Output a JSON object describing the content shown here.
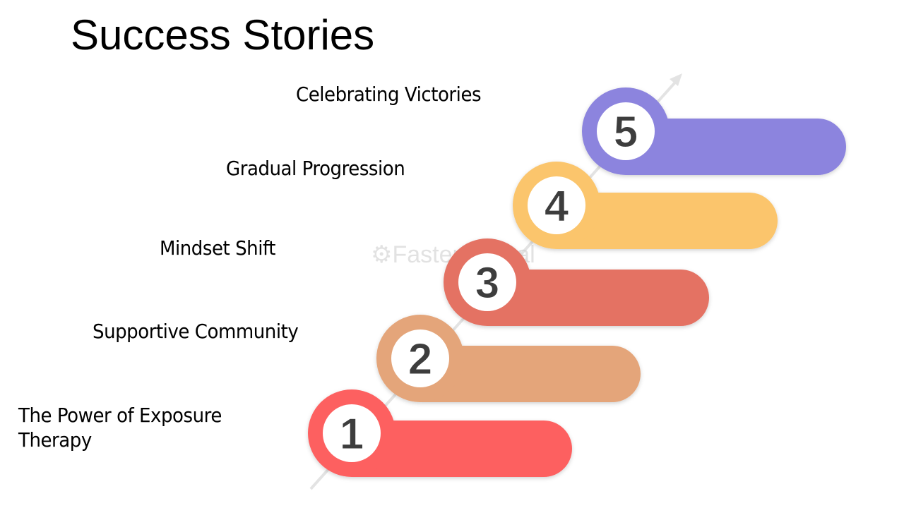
{
  "slide": {
    "title": "Success Stories",
    "watermark": "FasterCapital",
    "steps": [
      {
        "number": "1",
        "label": "The Power of Exposure Therapy",
        "label_lines": [
          "The Power of Exposure",
          "Therapy"
        ],
        "color": "#fd6060"
      },
      {
        "number": "2",
        "label": "Supportive Community",
        "color": "#e4a57a"
      },
      {
        "number": "3",
        "label": "Mindset Shift",
        "color": "#e47264"
      },
      {
        "number": "4",
        "label": "Gradual Progression",
        "color": "#fbc56c"
      },
      {
        "number": "5",
        "label": "Celebrating Victories",
        "color": "#8c84de"
      }
    ]
  }
}
